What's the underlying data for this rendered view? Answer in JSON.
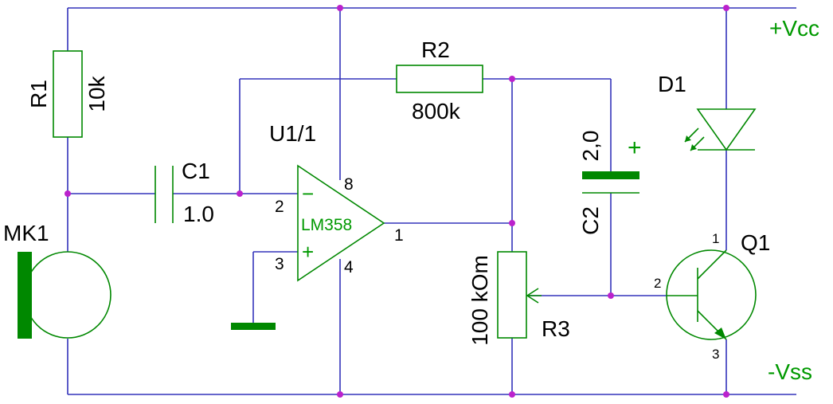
{
  "labels": {
    "r1_ref": "R1",
    "r1_val": "10k",
    "r2_ref": "R2",
    "r2_val": "800k",
    "u1_ref": "U1/1",
    "u1_part": "LM358",
    "pin2": "2",
    "pin3": "3",
    "pin8": "8",
    "pin4": "4",
    "pin1": "1",
    "c1_ref": "C1",
    "c1_val": "1.0",
    "mk1_ref": "MK1",
    "c2_val": "2,0",
    "c2_ref": "C2",
    "c2_plus": "+",
    "d1_ref": "D1",
    "r3_val": "100 kOm",
    "r3_ref": "R3",
    "q1_ref": "Q1",
    "q1_pin1": "1",
    "q1_pin2": "2",
    "q1_pin3": "3",
    "vcc": "+Vcc",
    "vss": "-Vss",
    "opamp_minus": "−",
    "opamp_plus": "+"
  },
  "colors": {
    "wire": "#3333bb",
    "component": "#008800",
    "node": "#bb22cc",
    "label": "#000000",
    "green_label": "#009900"
  }
}
